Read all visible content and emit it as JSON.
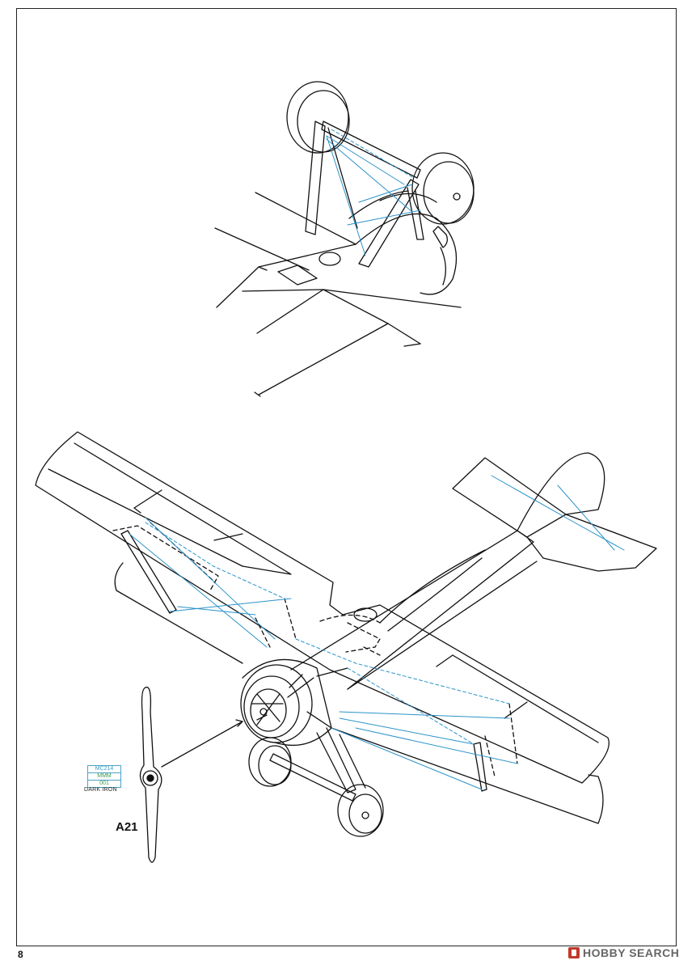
{
  "page": {
    "number": "8"
  },
  "part": {
    "label": "A21"
  },
  "paint_callout": {
    "codes": [
      "MC214",
      "MMM",
      "001"
    ],
    "name": "DARK IRON",
    "colors": {
      "line": "#4aa3c6",
      "primary_code": "#3a9ec4",
      "secondary_code": "#3a9a4a"
    }
  },
  "watermark": {
    "text": "HOBBY SEARCH"
  },
  "colors": {
    "ink": "#111111",
    "rigging": "#2b93c9"
  }
}
